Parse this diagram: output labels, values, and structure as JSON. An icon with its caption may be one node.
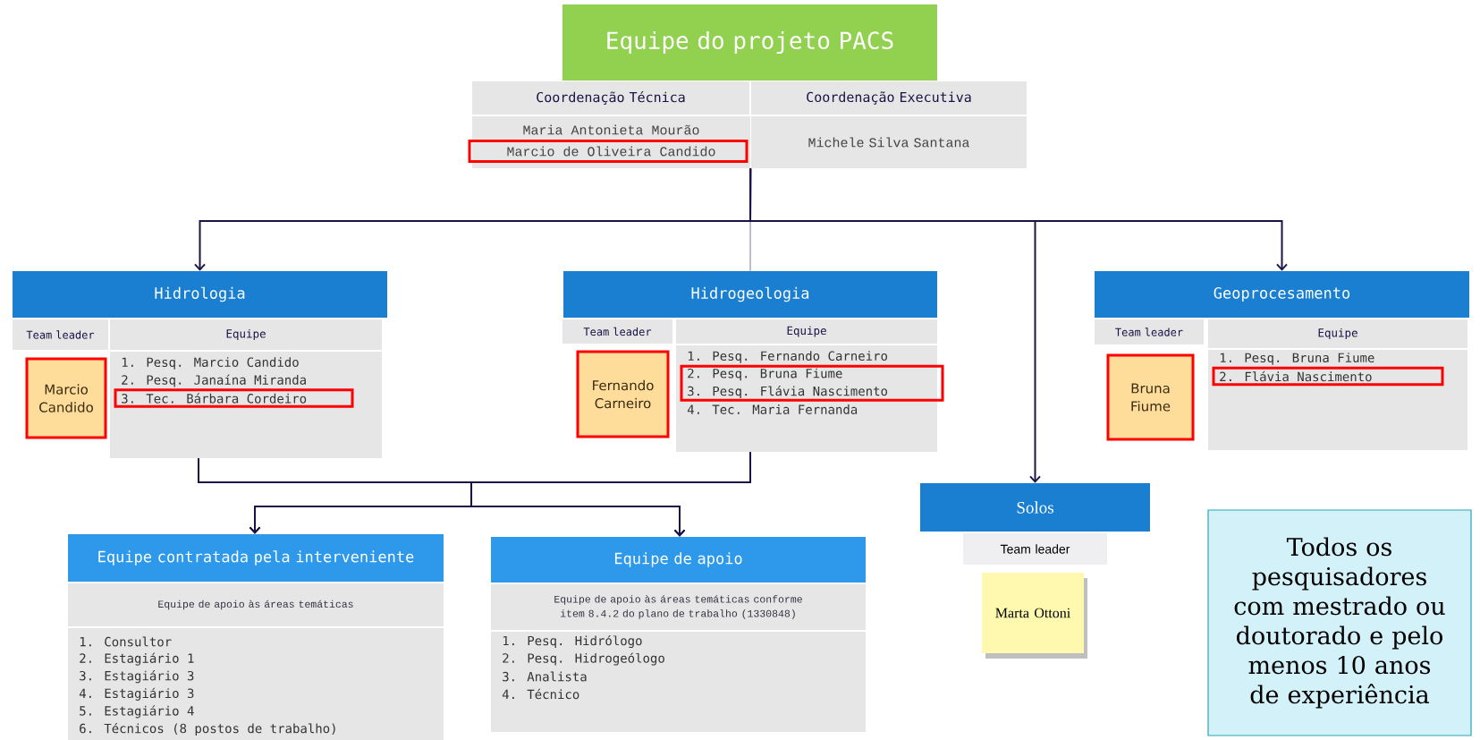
{
  "diagram": {
    "nodes": [
      {
        "text": [
          "Equipe do projeto PACS"
        ]
      },
      {
        "text": [
          "Coordenação Técnica"
        ]
      },
      {
        "text": [
          "Coordenação Executiva"
        ]
      },
      {
        "text": [
          "Maria Antonieta Mourão",
          "Marcio de Oliveira Candido"
        ]
      },
      {
        "text": [
          "Michele Silva Santana"
        ]
      },
      {
        "text": [
          "Hidrologia"
        ]
      },
      {
        "text": [
          "Team leader"
        ]
      },
      {
        "text": [
          "Equipe"
        ]
      },
      {
        "text": [
          "Marcio Candido"
        ]
      },
      {
        "text": [
          "1. Pesq. Marcio Candido",
          "2. Pesq. Janaína Miranda",
          "3. Tec. Bárbara Cordeiro"
        ]
      },
      {
        "text": [
          "Hidrogeologia"
        ]
      },
      {
        "text": [
          "Team leader"
        ]
      },
      {
        "text": [
          "Equipe"
        ]
      },
      {
        "text": [
          "Fernando Carneiro"
        ]
      },
      {
        "text": [
          "1. Pesq. Fernando Carneiro",
          "2. Pesq. Bruna Fiume",
          "3. Pesq. Flávia Nascimento",
          "4. Tec. Maria Fernanda"
        ]
      },
      {
        "text": [
          "Solos"
        ]
      },
      {
        "text": [
          "Team leader"
        ]
      },
      {
        "text": [
          "Marta Ottoni"
        ]
      },
      {
        "text": [
          "Geoprocesamento"
        ]
      },
      {
        "text": [
          "Team leader"
        ]
      },
      {
        "text": [
          "Equipe"
        ]
      },
      {
        "text": [
          "Bruna Fiume"
        ]
      },
      {
        "text": [
          "1. Pesq. Bruna Fiume",
          "2. Flávia Nascimento"
        ]
      },
      {
        "text": [
          "Equipe contratada pela interveniente"
        ]
      },
      {
        "text": [
          "Equipe de apoio às áreas temáticas"
        ]
      },
      {
        "text": [
          "1. Consultor",
          "2. Estagiário 1",
          "3. Estagiário 3",
          "4. Estagiário 3",
          "5. Estagiário 4",
          "6. Técnicos (8 postos de trabalho)"
        ]
      },
      {
        "text": [
          "Equipe de apoio"
        ]
      },
      {
        "text": [
          "Equipe de apoio às áreas temáticas conforme item 8.4.2 do plano de trabalho (1330848)"
        ]
      },
      {
        "text": [
          "1. Pesq. Hidrólogo",
          "2. Pesq. Hidrogeólogo",
          "3. Analista",
          "4. Técnico"
        ]
      },
      {
        "text": [
          "Todos os pesquisadores com mestrado ou doutorado e pelo menos 10 anos de experiência"
        ]
      }
    ],
    "edges": [
      {
        "from": 3,
        "to": 5,
        "arrow": "to"
      },
      {
        "from": 3,
        "to": 10,
        "arrow": "none",
        "color": "#a9a9b8"
      },
      {
        "from": 3,
        "to": 15,
        "arrow": "to"
      },
      {
        "from": 3,
        "to": 18,
        "arrow": "to"
      },
      {
        "from": 9,
        "to": 23,
        "arrow": "to"
      },
      {
        "from": 9,
        "to": 26,
        "arrow": "to"
      },
      {
        "from": 14,
        "to": 23,
        "arrow": "to"
      },
      {
        "from": 14,
        "to": 26,
        "arrow": "to"
      }
    ]
  }
}
